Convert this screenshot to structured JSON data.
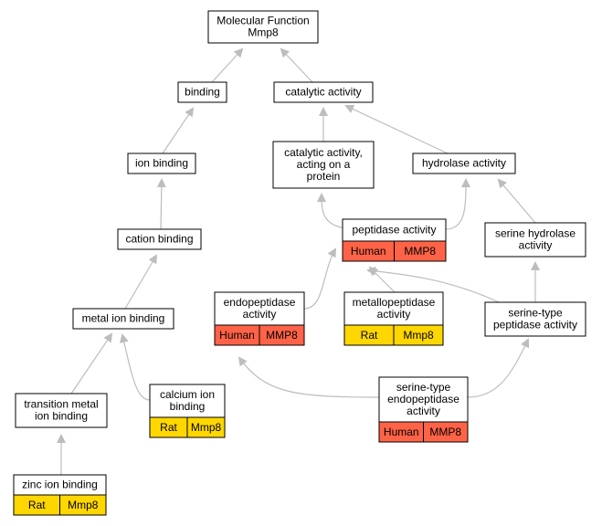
{
  "colors": {
    "human": "#ff6347",
    "rat": "#ffd700",
    "edge": "#bdbdbd",
    "node_border": "#000000",
    "node_fill": "#ffffff"
  },
  "nodes": {
    "molecular_function": {
      "lines": [
        "Molecular Function",
        "Mmp8"
      ]
    },
    "binding": {
      "lines": [
        "binding"
      ]
    },
    "catalytic_activity": {
      "lines": [
        "catalytic activity"
      ]
    },
    "ion_binding": {
      "lines": [
        "ion binding"
      ]
    },
    "catalytic_activity_protein": {
      "lines": [
        "catalytic activity,",
        "acting on a",
        "protein"
      ]
    },
    "hydrolase_activity": {
      "lines": [
        "hydrolase activity"
      ]
    },
    "cation_binding": {
      "lines": [
        "cation binding"
      ]
    },
    "peptidase_activity": {
      "lines": [
        "peptidase activity"
      ],
      "species": [
        "Human",
        "MMP8"
      ]
    },
    "serine_hydrolase_activity": {
      "lines": [
        "serine hydrolase",
        "activity"
      ]
    },
    "metal_ion_binding": {
      "lines": [
        "metal ion binding"
      ]
    },
    "endopeptidase_activity": {
      "lines": [
        "endopeptidase",
        "activity"
      ],
      "species": [
        "Human",
        "MMP8"
      ]
    },
    "metallopeptidase_activity": {
      "lines": [
        "metallopeptidase",
        "activity"
      ],
      "species": [
        "Rat",
        "Mmp8"
      ]
    },
    "serine_type_peptidase_activity": {
      "lines": [
        "serine-type",
        "peptidase activity"
      ]
    },
    "transition_metal_ion_binding": {
      "lines": [
        "transition metal",
        "ion binding"
      ]
    },
    "calcium_ion_binding": {
      "lines": [
        "calcium ion",
        "binding"
      ],
      "species": [
        "Rat",
        "Mmp8"
      ]
    },
    "serine_type_endopeptidase_activity": {
      "lines": [
        "serine-type",
        "endopeptidase",
        "activity"
      ],
      "species": [
        "Human",
        "MMP8"
      ]
    },
    "zinc_ion_binding": {
      "lines": [
        "zinc ion binding"
      ],
      "species": [
        "Rat",
        "Mmp8"
      ]
    }
  }
}
